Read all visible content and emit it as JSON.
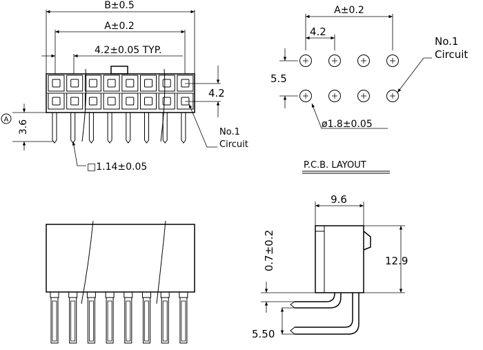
{
  "front_view": {
    "dim_b": "B±0.5",
    "dim_a": "A±0.2",
    "dim_pitch": "4.2±0.05 TYP.",
    "dim_row_pitch": "4.2",
    "dim_height": "3.6",
    "datum_label": "A",
    "pin_size": "□1.14±0.05",
    "no1_line1": "No.1",
    "no1_line2": "Circuit"
  },
  "pcb_layout": {
    "dim_a": "A±0.2",
    "dim_pitch": "4.2",
    "dim_row": "5.5",
    "hole_dia": "ø1.8±0.05",
    "no1_line1": "No.1",
    "no1_line2": "Circuit",
    "title": "P.C.B. LAYOUT"
  },
  "side_view": {
    "dim_width": "9.6",
    "dim_height": "12.9",
    "dim_offset": "0.7±0.2",
    "dim_pin": "5.50"
  }
}
